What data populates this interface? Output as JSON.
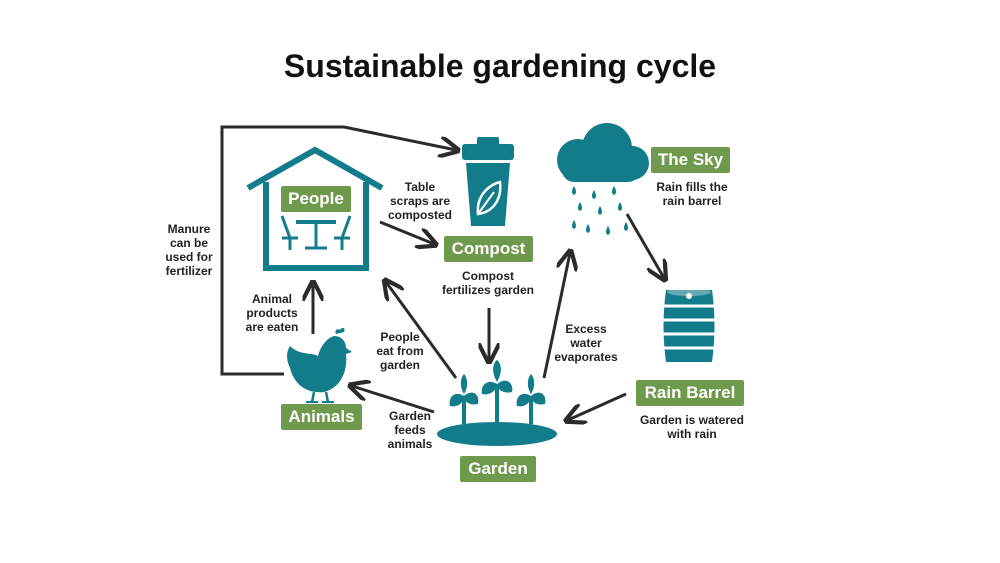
{
  "title": "Sustainable gardening cycle",
  "colors": {
    "node_label_bg": "#6f9a4d",
    "icon_teal": "#137c8b",
    "arrow": "#2b2b2b"
  },
  "nodes": {
    "people": "People",
    "compost": "Compost",
    "sky": "The Sky",
    "rain_barrel": "Rain Barrel",
    "garden": "Garden",
    "animals": "Animals"
  },
  "edges": {
    "table_scraps": "Table\nscraps are\ncomposted",
    "compost_fertilizes": "Compost\nfertilizes garden",
    "rain_fills": "Rain fills the\nrain barrel",
    "garden_watered": "Garden is watered\nwith rain",
    "excess_water": "Excess\nwater\nevaporates",
    "people_eat": "People\neat from\ngarden",
    "garden_feeds": "Garden\nfeeds\nanimals",
    "animal_products": "Animal\nproducts\nare eaten",
    "manure": "Manure\ncan be\nused for\nfertilizer"
  },
  "icons": [
    "house-icon",
    "compost-bin-icon",
    "rain-cloud-icon",
    "barrel-icon",
    "plants-icon",
    "chicken-icon"
  ]
}
